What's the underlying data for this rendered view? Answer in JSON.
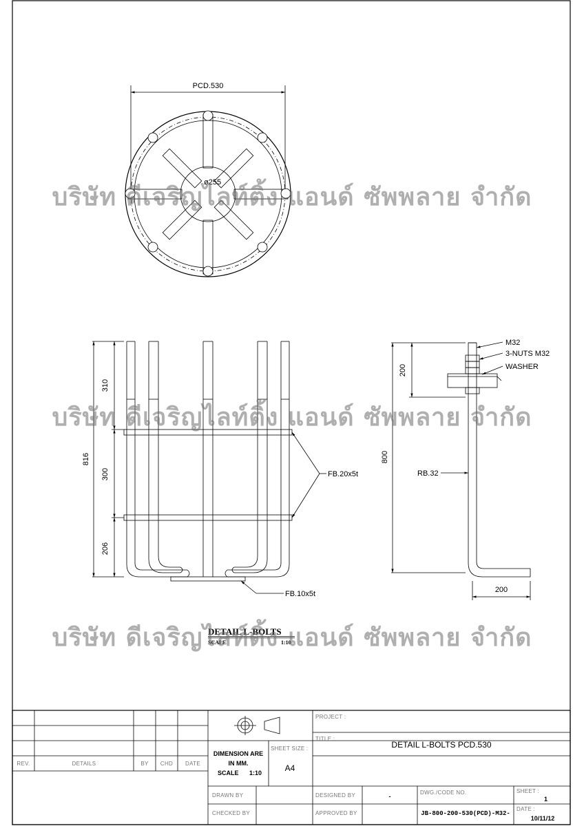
{
  "plan_view": {
    "pcd_label": "PCD.530",
    "inner_dia_label": "ø255"
  },
  "elevation": {
    "dim_total": "816",
    "dim_top": "310",
    "dim_mid": "300",
    "dim_bottom": "206",
    "fb_band_label": "FB.20x5t",
    "fb_base_label": "FB.10x5t"
  },
  "side_view": {
    "thread_label": "M32",
    "nuts_label": "3-NUTS M32",
    "washer_label": "WASHER",
    "dim_thread": "200",
    "dim_length": "800",
    "bar_label": "RB.32",
    "dim_foot": "200"
  },
  "caption": {
    "title": "DETAIL L-BOLTS",
    "scale_label": "SCALE",
    "scale_value": "1:10"
  },
  "watermark": "บริษัท ดีเจริญไลท์ติ้ง แอนด์ ซัพพลาย จำกัด",
  "title_block": {
    "rev_headers": {
      "rev": "REV.",
      "details": "DETAILS",
      "by": "BY",
      "chd": "CHD",
      "date": "DATE"
    },
    "dimension_line1": "DIMENSION ARE",
    "dimension_line2": "IN MM.",
    "scale_label": "SCALE",
    "scale_value": "1:10",
    "sheet_size_label": "SHEET SIZE :",
    "sheet_size_value": "A4",
    "project_label": "PROJECT :",
    "title_label": "TITLE :",
    "title_value": "DETAIL L-BOLTS PCD.530",
    "drawn_by_label": "DRAWN BY",
    "checked_by_label": "CHECKED BY",
    "designed_by_label": "DESIGNED BY",
    "designed_by_value": "-",
    "approved_by_label": "APPROVED BY",
    "dwg_code_label": "DWG./CODE NO.",
    "dwg_code_value": "JB-800-200-530(PCD)-M32-",
    "sheet_label": "SHEET :",
    "sheet_value": "1",
    "date_label": "DATE :",
    "date_value": "10/11/12"
  }
}
